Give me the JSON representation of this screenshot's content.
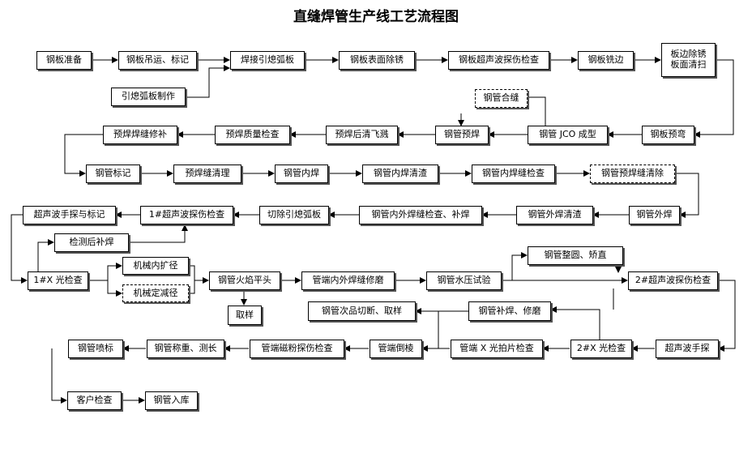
{
  "title": "直缝焊管生产线工艺流程图",
  "steps": {
    "b01": "钢板准备",
    "b02": "钢板吊运、标记",
    "b03": "焊接引熄弧板",
    "b04": "钢板表面除锈",
    "b05": "钢板超声波探伤检查",
    "b06": "钢板铣边",
    "b07": "板边除锈 板面清扫",
    "b08": "引熄弧板制作",
    "b09": "钢管合缝",
    "b10": "预焊焊缝修补",
    "b11": "预焊质量检查",
    "b12": "预焊后清飞溅",
    "b13": "钢管预焊",
    "b14": "钢管 JCO 成型",
    "b15": "钢板预弯",
    "b16": "钢管标记",
    "b17": "预焊缝清理",
    "b18": "钢管内焊",
    "b19": "钢管内焊清渣",
    "b20": "钢管内焊缝检查",
    "b21": "钢管预焊缝清除",
    "b22": "超声波手探与标记",
    "b23": "1#超声波探伤检查",
    "b24": "切除引熄弧板",
    "b25": "钢管内外焊缝检查、补焊",
    "b26": "钢管外焊清渣",
    "b27": "钢管外焊",
    "b28": "检测后补焊",
    "b29": "1#X 光检查",
    "b30": "机械内扩径",
    "b31": "机械定减径",
    "b32": "钢管火焰平头",
    "b33": "管端内外焊缝修磨",
    "b34": "钢管水压试验",
    "b35": "钢管整圆、矫直",
    "b36": "2#超声波探伤检查",
    "b37": "取样",
    "b38": "钢管次品切断、取样",
    "b39": "钢管补焊、修磨",
    "b40": "钢管喷标",
    "b41": "钢管称重、测长",
    "b42": "管端磁粉探伤检查",
    "b43": "管端倒棱",
    "b44": "管端 X 光拍片检查",
    "b45": "2#X 光检查",
    "b46": "超声波手探",
    "b47": "客户检查",
    "b48": "钢管入库"
  }
}
